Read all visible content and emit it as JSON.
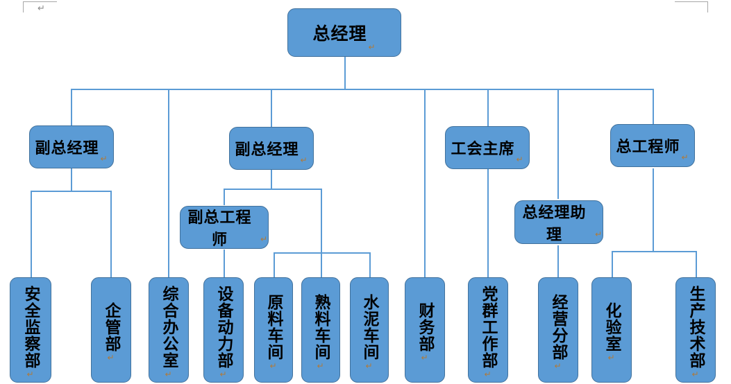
{
  "document": {
    "type": "organization-chart",
    "paragraph_mark": "↵",
    "vertical_paragraph_mark": "↵",
    "stray_paragraph_mark": "↵"
  },
  "style": {
    "node_fill": "#5b9bd5",
    "node_border": "#41719c",
    "connector_color": "#5b9bd5",
    "text_color": "#000000",
    "background": "#ffffff",
    "margin_guide_color": "#a6a6a6"
  },
  "chart": {
    "root": {
      "id": "gm",
      "label": "总经理"
    },
    "level2": [
      {
        "id": "dgm1",
        "label": "副总经理"
      },
      {
        "id": "dgm2",
        "label": "副总经理"
      },
      {
        "id": "union",
        "label": "工会主席"
      },
      {
        "id": "ce",
        "label": "总工程师"
      }
    ],
    "level3": [
      {
        "id": "dce",
        "label": "副总工程师"
      },
      {
        "id": "gma",
        "label": "总经理助理"
      }
    ],
    "departments": [
      {
        "id": "d1",
        "label": "安全监察部",
        "parent": "dgm1"
      },
      {
        "id": "d2",
        "label": "企管部",
        "parent": "dgm1"
      },
      {
        "id": "d3",
        "label": "综合办公室",
        "parent": "gm"
      },
      {
        "id": "d4",
        "label": "设备动力部",
        "parent": "dce"
      },
      {
        "id": "d5",
        "label": "原料车间",
        "parent": "dgm2"
      },
      {
        "id": "d6",
        "label": "熟料车间",
        "parent": "dgm2"
      },
      {
        "id": "d7",
        "label": "水泥车间",
        "parent": "dgm2"
      },
      {
        "id": "d8",
        "label": "财务部",
        "parent": "gm"
      },
      {
        "id": "d9",
        "label": "党群工作部",
        "parent": "union"
      },
      {
        "id": "d10",
        "label": "经营分部",
        "parent": "gma"
      },
      {
        "id": "d11",
        "label": "化验室",
        "parent": "ce"
      },
      {
        "id": "d12",
        "label": "生产技术部",
        "parent": "ce"
      }
    ]
  }
}
